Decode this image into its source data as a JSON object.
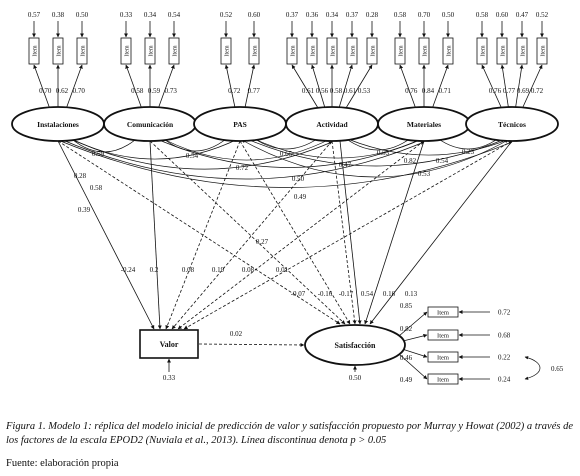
{
  "diagram": {
    "indicator_label": "Item",
    "factors": [
      {
        "name": "Instalaciones",
        "errors": [
          "0.57",
          "0.38",
          "0.50"
        ],
        "loadings": [
          "0.70",
          "0.62",
          "0.70"
        ]
      },
      {
        "name": "Comunicación",
        "errors": [
          "0.33",
          "0.34",
          "0.54"
        ],
        "loadings": [
          "0.58",
          "0.59",
          "0.73"
        ]
      },
      {
        "name": "PAS",
        "errors": [
          "0.52",
          "0.60"
        ],
        "loadings": [
          "0.72",
          "0.77"
        ]
      },
      {
        "name": "Actividad",
        "errors": [
          "0.37",
          "0.36",
          "0.34",
          "0.37",
          "0.28"
        ],
        "loadings": [
          "0.61",
          "0.56",
          "0.58",
          "0.61",
          "0.53"
        ]
      },
      {
        "name": "Materiales",
        "errors": [
          "0.58",
          "0.70",
          "0.50"
        ],
        "loadings": [
          "0.76",
          "0.84",
          "0.71"
        ]
      },
      {
        "name": "Técnicos",
        "errors": [
          "0.58",
          "0.60",
          "0.47",
          "0.52"
        ],
        "loadings": [
          "0.76",
          "0.77",
          "0.69",
          "0.72"
        ]
      }
    ],
    "correlations": [
      "0.59",
      "0.54",
      "0.65",
      "0.53",
      "0.23",
      "0.28",
      "0.72",
      "0.47",
      "0.82",
      "0.58",
      "0.54",
      "0.50",
      "0.53",
      "0.49",
      "0.39"
    ],
    "paths_to_valor": [
      "-0.24",
      "0.2",
      "0.08",
      "0.19",
      "0.08",
      "0.01"
    ],
    "paths_to_satisfaccion": [
      "0.27",
      "-0.07",
      "-0.16",
      "-0.17",
      "0.54",
      "0.16",
      "0.13"
    ],
    "valor": {
      "label": "Valor",
      "error": "0.33"
    },
    "satisfaccion": {
      "label": "Satisfacción",
      "error": "0.50",
      "loadings": [
        "0.85",
        "0.82",
        "0.46",
        "0.49"
      ],
      "item_errors": [
        "0.72",
        "0.68",
        "0.22",
        "0.24"
      ],
      "error_covariance": "0.65"
    },
    "valor_to_satisfaccion": "0.02"
  },
  "caption": "Figura 1. Modelo 1: réplica del modelo inicial de predicción de valor y satisfacción propuesto por Murray y Howat (2002) a través de los factores de la escala EPOD2 (Nuviala et al., 2013). Línea discontinua denota p > 0.05",
  "source": "Fuente: elaboración propia"
}
